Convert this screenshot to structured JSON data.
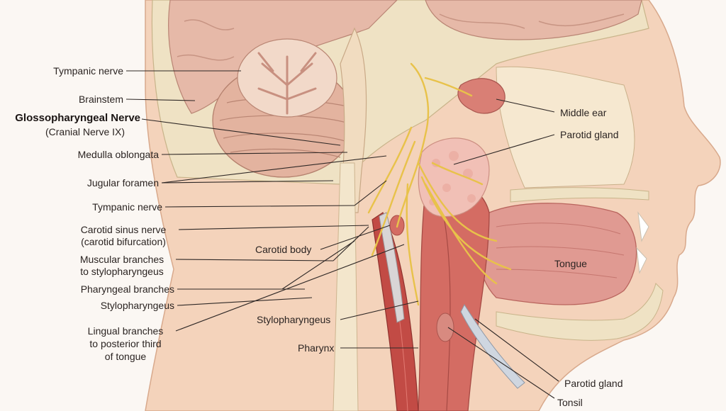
{
  "labels": {
    "tympanic_nerve_top": "Tympanic nerve",
    "brainstem": "Brainstem",
    "glossopharyngeal_title": "Glossopharyngeal Nerve",
    "glossopharyngeal_sub": "(Cranial Nerve IX)",
    "medulla": "Medulla oblongata",
    "jugular_foramen": "Jugular foramen",
    "tympanic_nerve_2": "Tympanic nerve",
    "carotid_sinus_1": "Carotid sinus nerve",
    "carotid_sinus_2": "(carotid bifurcation)",
    "muscular_1": "Muscular branches",
    "muscular_2": "to stylopharyngeus",
    "pharyngeal_branches": "Pharyngeal branches",
    "stylopharyngeus_left": "Stylopharyngeus",
    "lingual_1": "Lingual branches",
    "lingual_2": "to posterior third",
    "lingual_3": "of tongue",
    "middle_ear": "Middle ear",
    "parotid_gland_top": "Parotid gland",
    "carotid_body": "Carotid body",
    "tongue": "Tongue",
    "stylopharyngeus_mid": "Stylopharyngeus",
    "pharynx": "Pharynx",
    "parotid_gland_bottom": "Parotid gland",
    "tonsil": "Tonsil"
  },
  "colors": {
    "skin": "#f4d3bb",
    "brain": "#e6b9a8",
    "bone": "#efe2c4",
    "muscle": "#c9564f",
    "mucosa": "#e08f86",
    "nerve": "#e8c24a",
    "gland": "#f1c0b6"
  }
}
